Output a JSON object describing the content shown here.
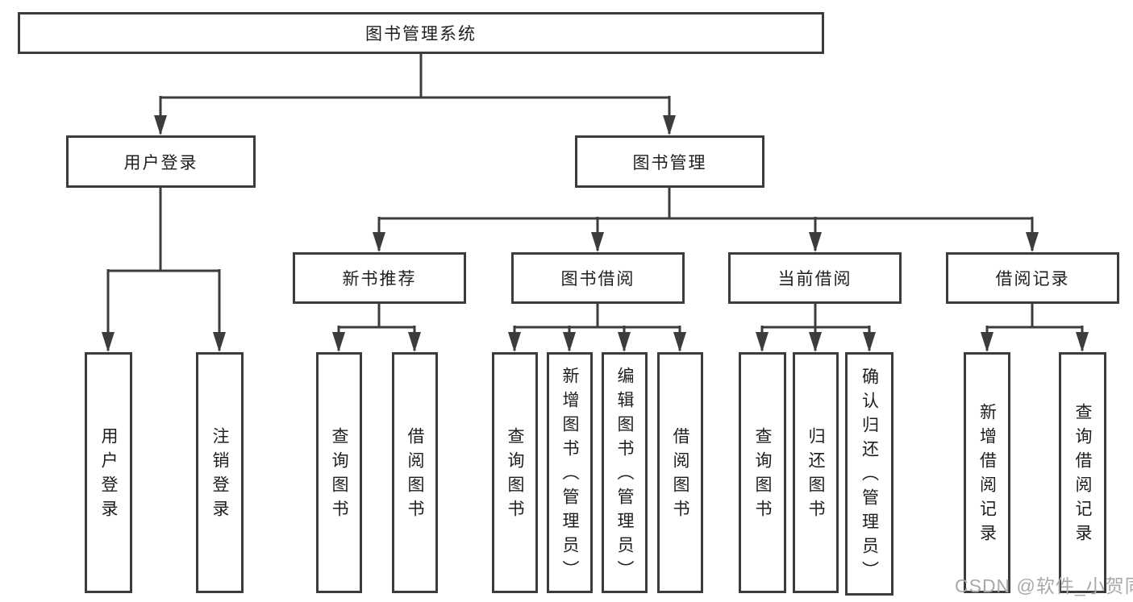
{
  "tree": {
    "root": "图书管理系统",
    "branches": [
      {
        "label": "用户登录",
        "children": [
          "用户登录",
          "注销登录"
        ]
      },
      {
        "label": "图书管理",
        "groups": [
          {
            "label": "新书推荐",
            "children": [
              "查询图书",
              "借阅图书"
            ]
          },
          {
            "label": "图书借阅",
            "children": [
              "查询图书",
              "新增图书（管理员）",
              "编辑图书（管理员）",
              "借阅图书"
            ]
          },
          {
            "label": "当前借阅",
            "children": [
              "查询图书",
              "归还图书",
              "确认归还（管理员）"
            ]
          },
          {
            "label": "借阅记录",
            "children": [
              "新增借阅记录",
              "查询借阅记录"
            ]
          }
        ]
      }
    ]
  },
  "colors": {
    "line": "#3c3c3c",
    "text": "#1e1e1e",
    "watermark": "#a9a9a9"
  },
  "watermark": "CSDN @软件_小贺同学"
}
